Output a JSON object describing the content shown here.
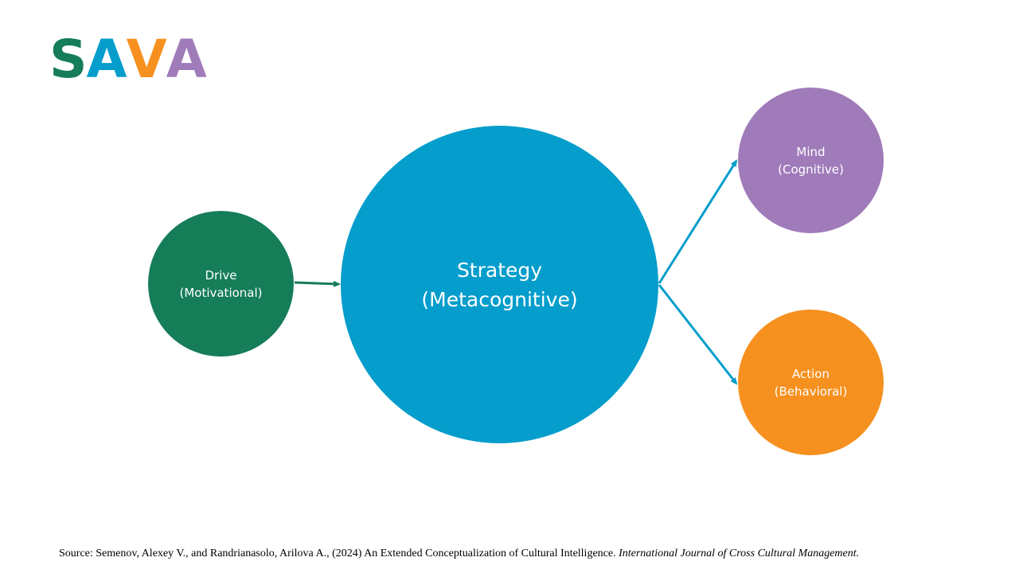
{
  "logo": {
    "letters": [
      {
        "char": "S",
        "color": "#157d58"
      },
      {
        "char": "A",
        "color": "#049dcc"
      },
      {
        "char": "V",
        "color": "#f6901f"
      },
      {
        "char": "A",
        "color": "#a07bba"
      }
    ]
  },
  "nodes": {
    "drive": {
      "line1": "Drive",
      "line2": "(Motivational)",
      "color": "#157d58"
    },
    "strategy": {
      "line1": "Strategy",
      "line2": "(Metacognitive)",
      "color": "#049dcc"
    },
    "mind": {
      "line1": "Mind",
      "line2": "(Cognitive)",
      "color": "#a07bba"
    },
    "action": {
      "line1": "Action",
      "line2": "(Behavioral)",
      "color": "#f6901f"
    }
  },
  "edges": [
    {
      "from": "drive",
      "to": "strategy",
      "color": "#157d58"
    },
    {
      "from": "strategy",
      "to": "mind",
      "color": "#049dcc"
    },
    {
      "from": "strategy",
      "to": "action",
      "color": "#049dcc"
    }
  ],
  "source": {
    "prefix": "Source: Semenov, Alexey V., and Randrianasolo, Arilova A., (2024) An Extended Conceptualization of Cultural Intelligence. ",
    "journal": "International Journal of Cross Cultural Management."
  }
}
